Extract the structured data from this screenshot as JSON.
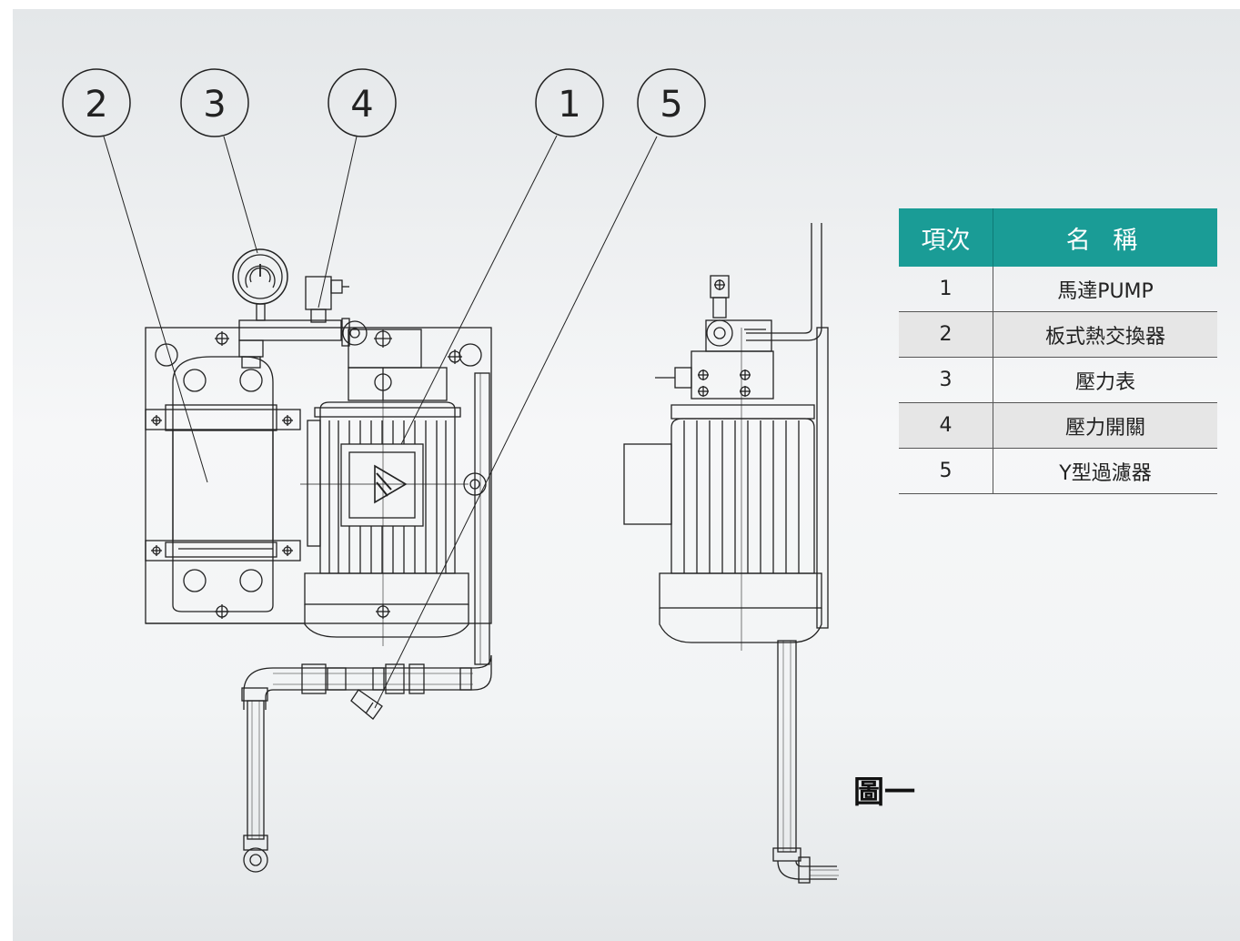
{
  "callouts": [
    "2",
    "3",
    "4",
    "1",
    "5"
  ],
  "table": {
    "headers": [
      "項次",
      "名 稱"
    ],
    "rows": [
      {
        "no": "1",
        "name": "馬達PUMP"
      },
      {
        "no": "2",
        "name": "板式熱交換器"
      },
      {
        "no": "3",
        "name": "壓力表"
      },
      {
        "no": "4",
        "name": "壓力開關"
      },
      {
        "no": "5",
        "name": "Y型過濾器"
      }
    ]
  },
  "figure_label": "圖一",
  "colors": {
    "table_header": "#1a9c96",
    "row_alt": "#e6e6e6",
    "line": "#222222"
  }
}
